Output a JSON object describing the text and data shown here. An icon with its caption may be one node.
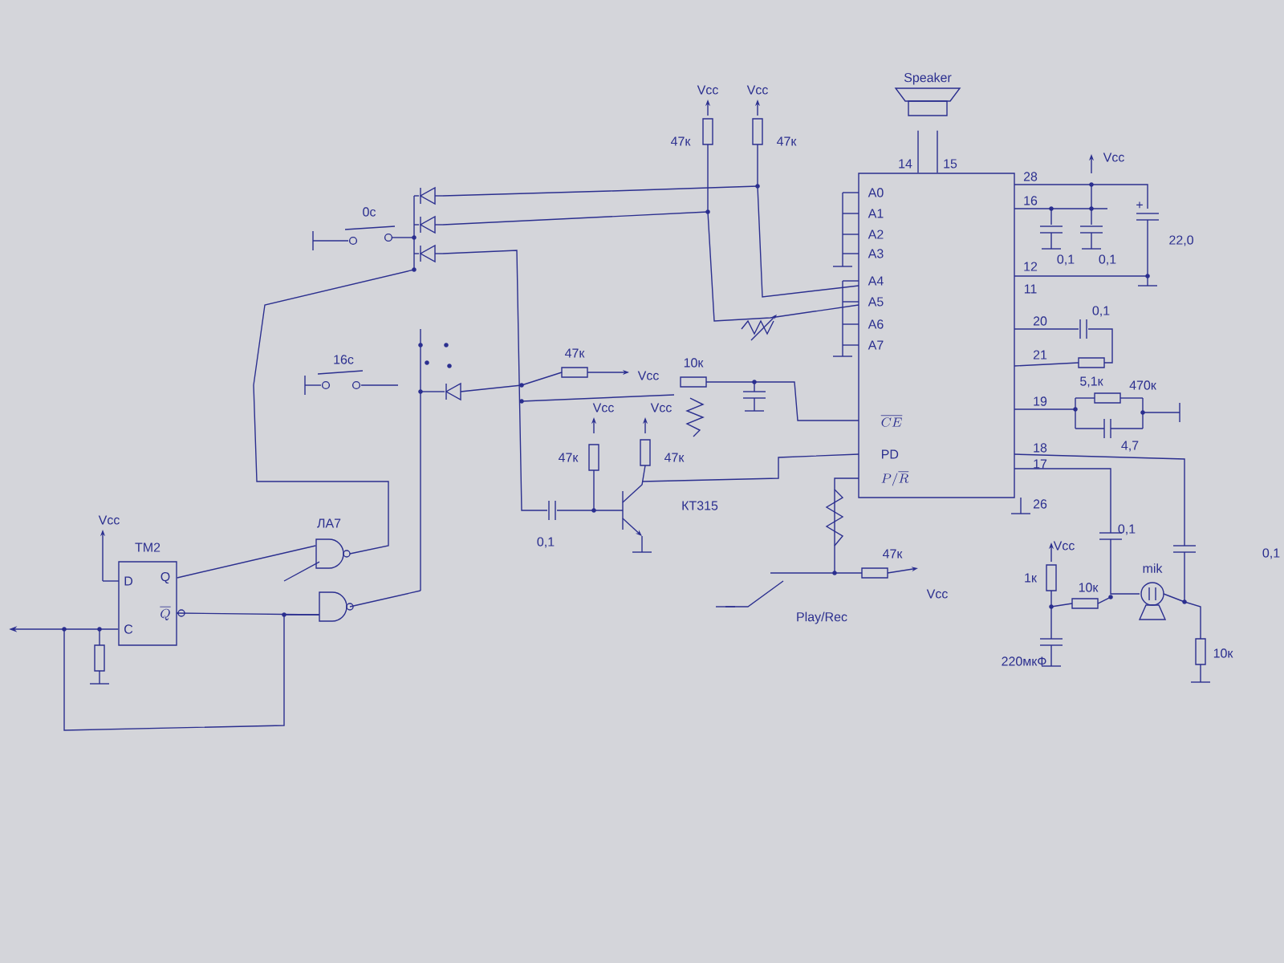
{
  "diagram": {
    "nodes": [
      {
        "text": [
          "ТМ2",
          "D",
          "Q",
          "C",
          "\\overline{Q}"
        ]
      },
      {
        "text": [
          "ЛА7"
        ]
      },
      {
        "text": [],
        "shape": "gate"
      },
      {
        "text": [
          "A0",
          "A1",
          "A2",
          "A3",
          "A4",
          "A5",
          "A6",
          "A7",
          "\\overline{CE}",
          "PD",
          "P/\\overline{R}"
        ],
        "beside": [
          "14",
          "15",
          "28",
          "16",
          "12",
          "11",
          "20",
          "21",
          "19",
          "18",
          "17",
          "26"
        ]
      },
      {
        "text": [
          "Speaker"
        ]
      }
    ],
    "edges": [
      {
        "from": 0,
        "to": 1,
        "arrow": "none"
      },
      {
        "from": 0,
        "to": 2,
        "arrow": "none"
      },
      {
        "from": 4,
        "to": 3,
        "arrow": "none"
      },
      {
        "from": 4,
        "to": 3,
        "arrow": "none"
      },
      {
        "from": 0,
        "to": null,
        "arrow": "to"
      }
    ],
    "labels": [
      "Vcc",
      "Vcc",
      "47к",
      "47к",
      "0с",
      "16с",
      "47к",
      "Vcc",
      "10к",
      "Vcc",
      "Vcc",
      "47к",
      "47к",
      "0,1",
      "КТ315",
      "Vcc",
      "47к",
      "Vcc",
      "Play/Rec",
      "Vcc",
      "+",
      "22,0",
      "0,1",
      "0,1",
      "0,1",
      "5,1к",
      "470к",
      "4,7",
      "0,1",
      "0,1",
      "Vcc",
      "1к",
      "10к",
      "mik",
      "220мкФ",
      "10к"
    ]
  }
}
